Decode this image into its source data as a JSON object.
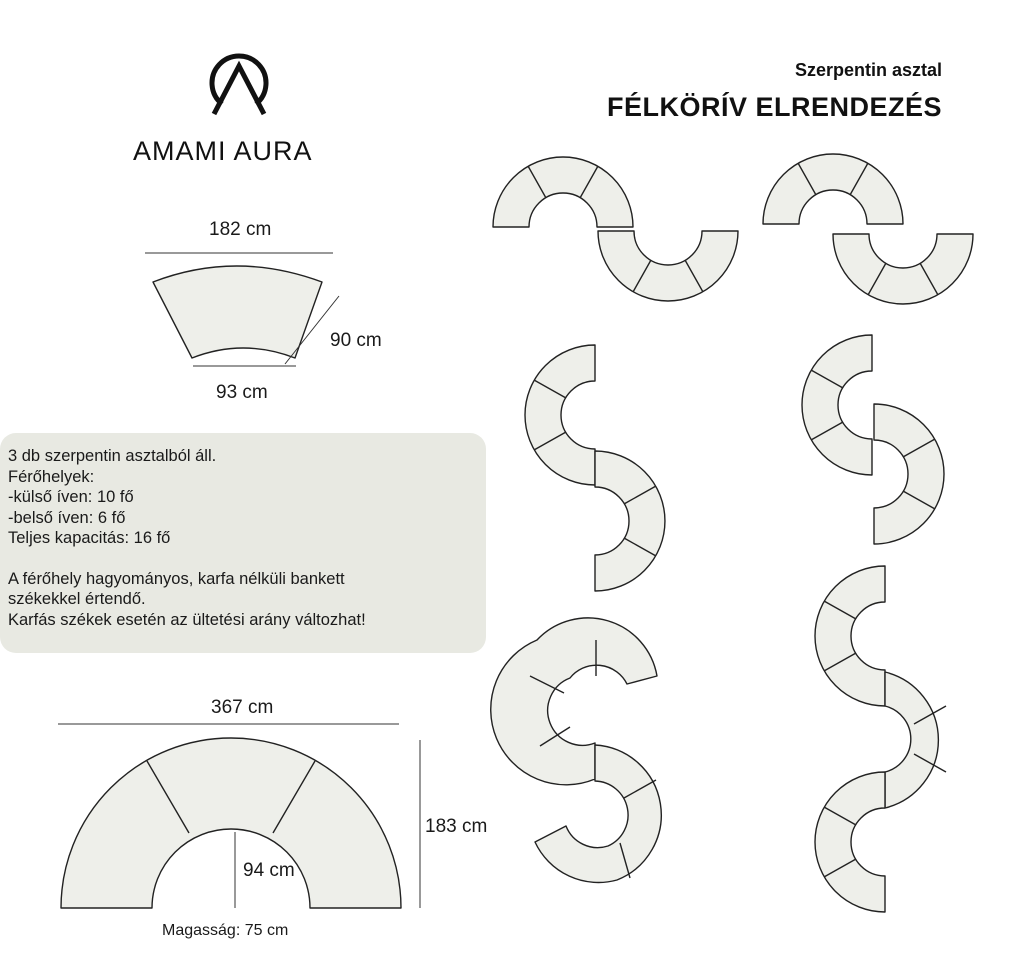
{
  "brand": {
    "name": "AMAMI AURA",
    "logo_icon": "amami-aura-logo"
  },
  "header": {
    "subtitle": "Szerpentin asztal",
    "title": "FÉLKÖRÍV ELRENDEZÉS"
  },
  "segment_dimensions": {
    "outer_width": "182 cm",
    "inner_width": "93 cm",
    "depth": "90 cm"
  },
  "info": {
    "lines": [
      "3 db szerpentin asztalból áll.",
      "Férőhelyek:",
      "-külső íven: 10 fő",
      "-belső íven: 6 fő",
      "Teljes kapacitás: 16 fő"
    ],
    "note_lines": [
      "A férőhely hagyományos, karfa nélküli bankett",
      "székekkel értendő.",
      "Karfás székek esetén az ültetési arány változhat!"
    ]
  },
  "assembly_dimensions": {
    "width": "367 cm",
    "height": "183 cm",
    "inner_radius": "94 cm",
    "table_height": "Magasság: 75 cm"
  },
  "colors": {
    "table_fill": "#eeefea",
    "outline": "#222222",
    "info_bg": "#e8e9e2"
  }
}
